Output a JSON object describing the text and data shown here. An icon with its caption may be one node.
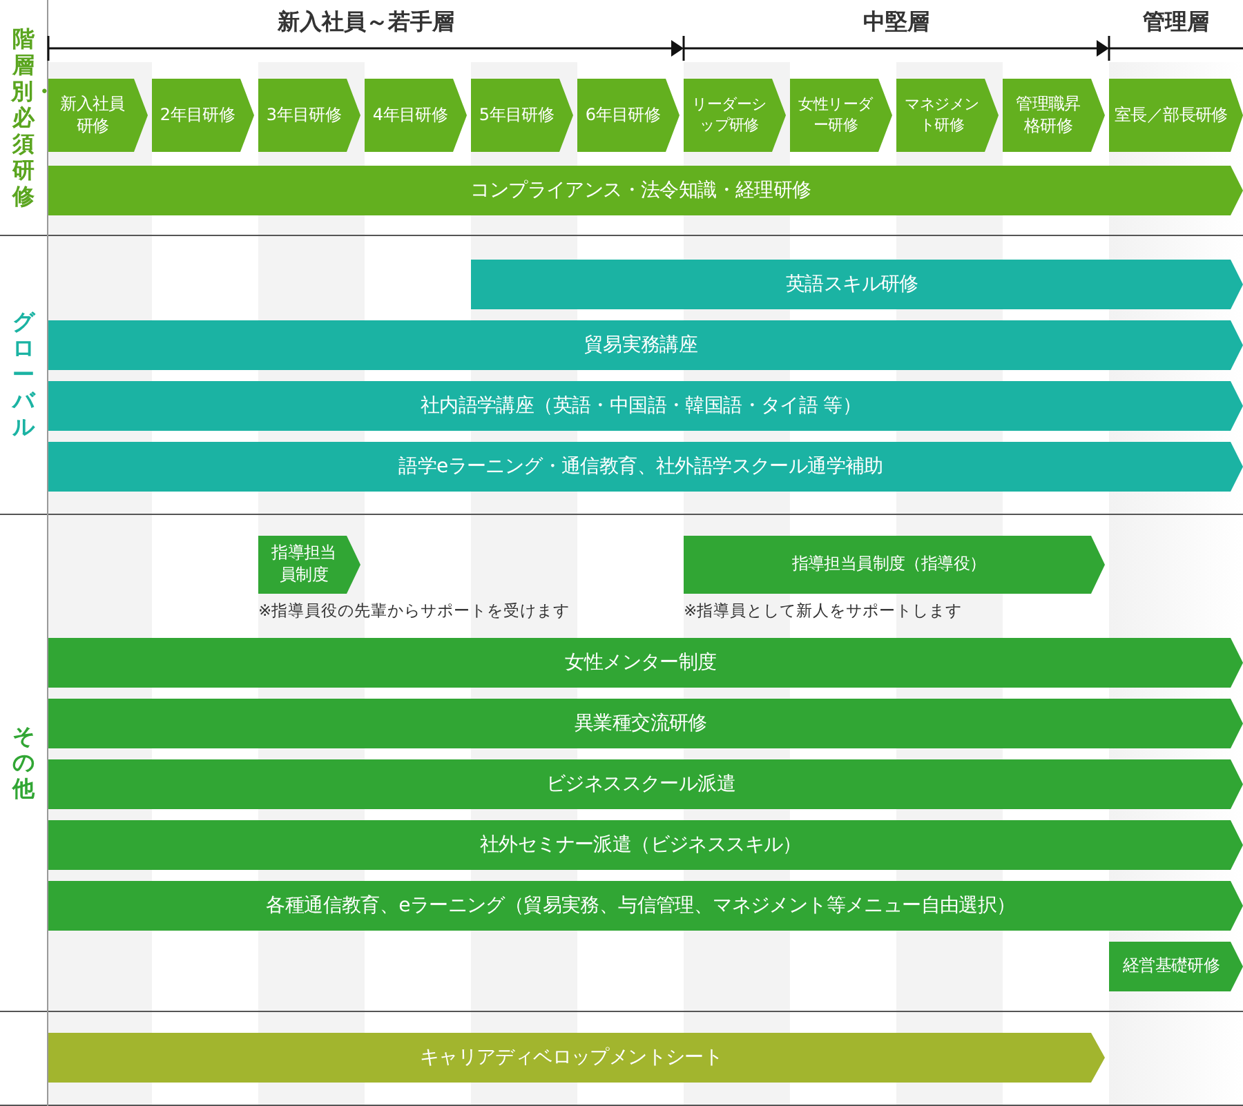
{
  "diagram": {
    "nodes": [
      {
        "text": [
          "新入社員研修"
        ]
      },
      {
        "text": [
          "2年目研修"
        ]
      },
      {
        "text": [
          "3年目研修"
        ]
      },
      {
        "text": [
          "4年目研修"
        ]
      },
      {
        "text": [
          "5年目研修"
        ]
      },
      {
        "text": [
          "6年目研修"
        ]
      },
      {
        "text": [
          "リーダーシップ研修"
        ]
      },
      {
        "text": [
          "女性リーダー研修"
        ]
      },
      {
        "text": [
          "マネジメント研修"
        ]
      },
      {
        "text": [
          "管理職昇格研修"
        ]
      },
      {
        "text": [
          "室長／部長研修"
        ]
      },
      {
        "text": [
          "コンプライアンス・法令知識・経理研修"
        ]
      },
      {
        "text": [
          "英語スキル研修"
        ]
      },
      {
        "text": [
          "貿易実務講座"
        ]
      },
      {
        "text": [
          "社内語学講座（英語・中国語・韓国語・タイ語 等）"
        ]
      },
      {
        "text": [
          "語学eラーニング・通信教育、社外語学スクール通学補助"
        ]
      },
      {
        "text": [
          "指導担当員制度"
        ],
        "beside": [
          "※指導員役の先輩からサポートを受けます"
        ]
      },
      {
        "text": [
          "指導担当員制度（指導役）"
        ],
        "beside": [
          "※指導員として新人をサポートします"
        ]
      },
      {
        "text": [
          "女性メンター制度"
        ]
      },
      {
        "text": [
          "異業種交流研修"
        ]
      },
      {
        "text": [
          "ビジネススクール派遣"
        ]
      },
      {
        "text": [
          "社外セミナー派遣（ビジネススキル）"
        ]
      },
      {
        "text": [
          "各種通信教育、eラーニング（貿易実務、与信管理、マネジメント等メニュー自由選択）"
        ]
      },
      {
        "text": [
          "経営基礎研修"
        ]
      },
      {
        "text": [
          "キャリアディベロップメントシート"
        ]
      }
    ],
    "labels": [
      "新入社員～若手層",
      "中堅層",
      "管理層",
      "階層別・必須研修",
      "グローバル",
      "その他"
    ]
  }
}
